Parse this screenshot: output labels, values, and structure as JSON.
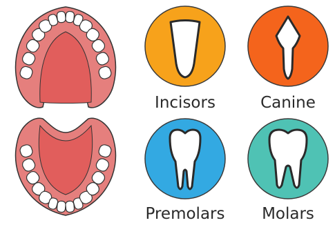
{
  "labels": {
    "incisors": "Incisors",
    "canine": "Canine",
    "premolars": "Premolars",
    "molars": "Molars"
  },
  "colors": {
    "gum": "#e57f7d",
    "palate": "#ea6a68",
    "palate_inner": "#e15e5c",
    "tooth": "#ffffff",
    "tooth_stroke": "#333333",
    "incisors_bg": "#f7a21b",
    "canine_bg": "#f4641c",
    "premolars_bg": "#33a9e2",
    "molars_bg": "#4fc2b4",
    "circle_border": "#3a3a3a"
  },
  "icons": {
    "upper_jaw": "upper-jaw-icon",
    "lower_jaw": "lower-jaw-icon",
    "incisor": "incisor-tooth-icon",
    "canine": "canine-tooth-icon",
    "premolar": "premolar-tooth-icon",
    "molar": "molar-tooth-icon"
  }
}
